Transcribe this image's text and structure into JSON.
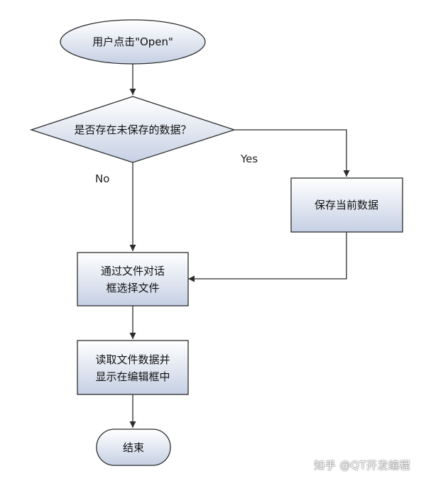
{
  "colors": {
    "node_fill_top": "#ffffff",
    "node_fill_bottom": "#c6d0e4",
    "stroke": "#2c2c2c",
    "text": "#111111"
  },
  "nodes": {
    "start": {
      "label": "用户点击\"Open\""
    },
    "decision": {
      "label": "是否存在未保存的数据？"
    },
    "save": {
      "label": "保存当前数据"
    },
    "choose": {
      "line1": "通过文件对话",
      "line2": "框选择文件"
    },
    "read": {
      "line1": "读取文件数据并",
      "line2": "显示在编辑框中"
    },
    "end": {
      "label": "结束"
    }
  },
  "edges": {
    "yes_label": "Yes",
    "no_label": "No"
  },
  "watermark": "知乎 @QT开发编程"
}
